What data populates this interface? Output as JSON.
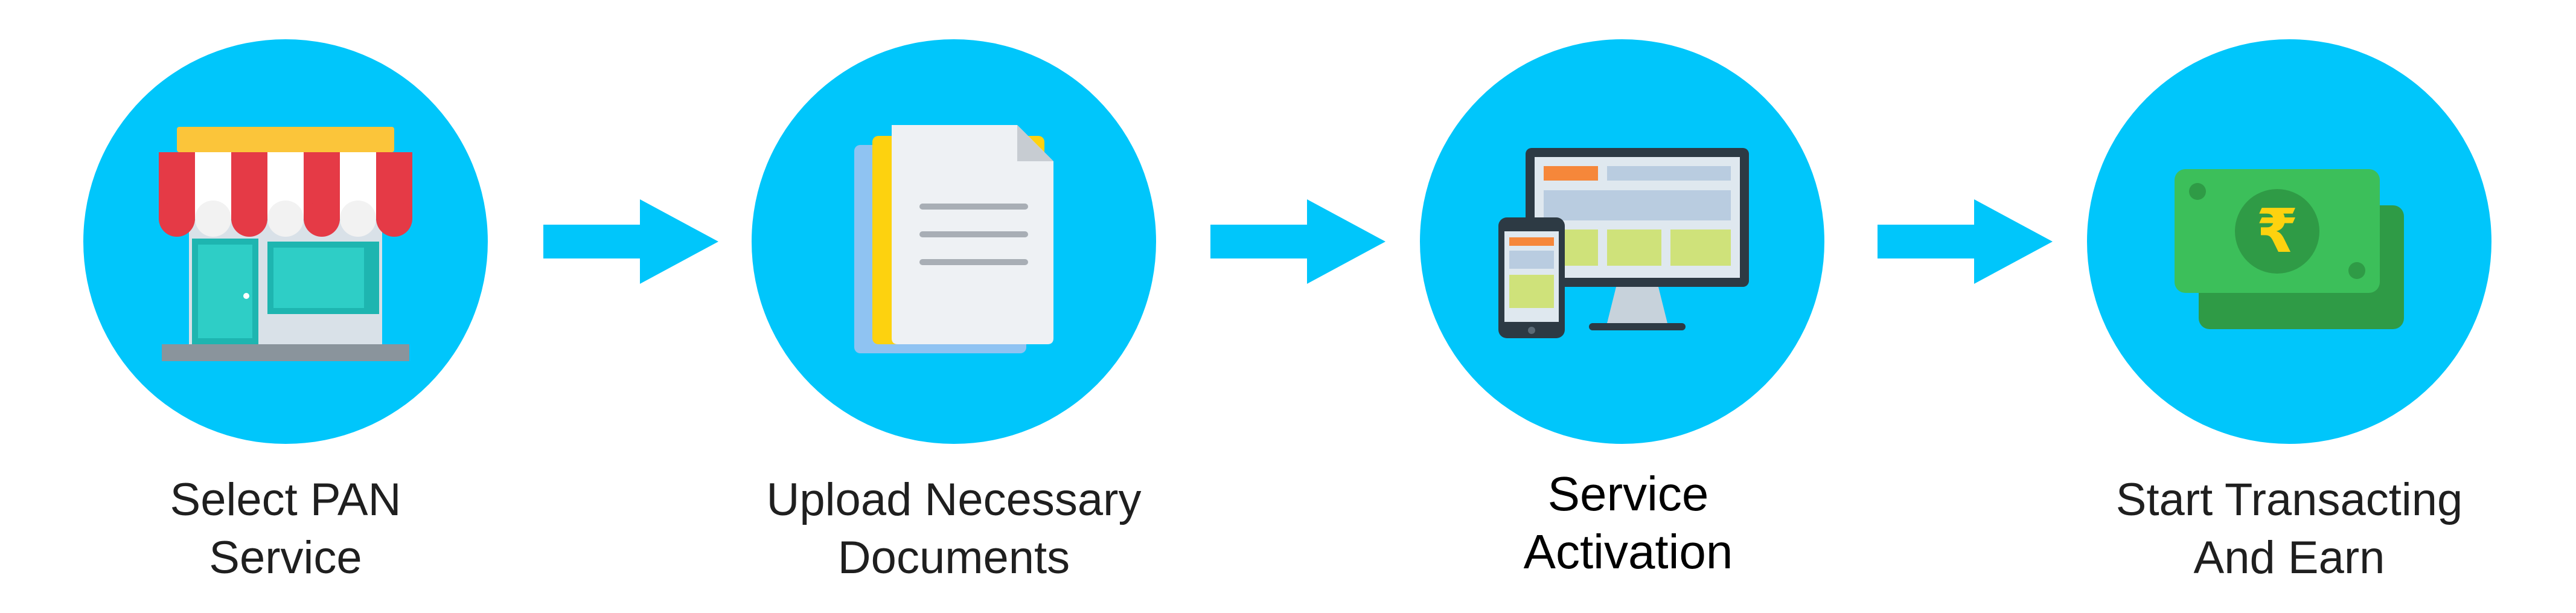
{
  "steps": [
    {
      "label": "Select  PAN\nService",
      "icon": "storefront-icon"
    },
    {
      "label": "Upload Necessary\nDocuments",
      "icon": "documents-icon"
    },
    {
      "label": "Service\nActivation",
      "icon": "devices-icon"
    },
    {
      "label": "Start Transacting\nAnd Earn",
      "icon": "rupee-money-icon"
    }
  ],
  "colors": {
    "circle": "#00c6fb",
    "arrow": "#00c6fb",
    "label": "#1f1f1f"
  }
}
